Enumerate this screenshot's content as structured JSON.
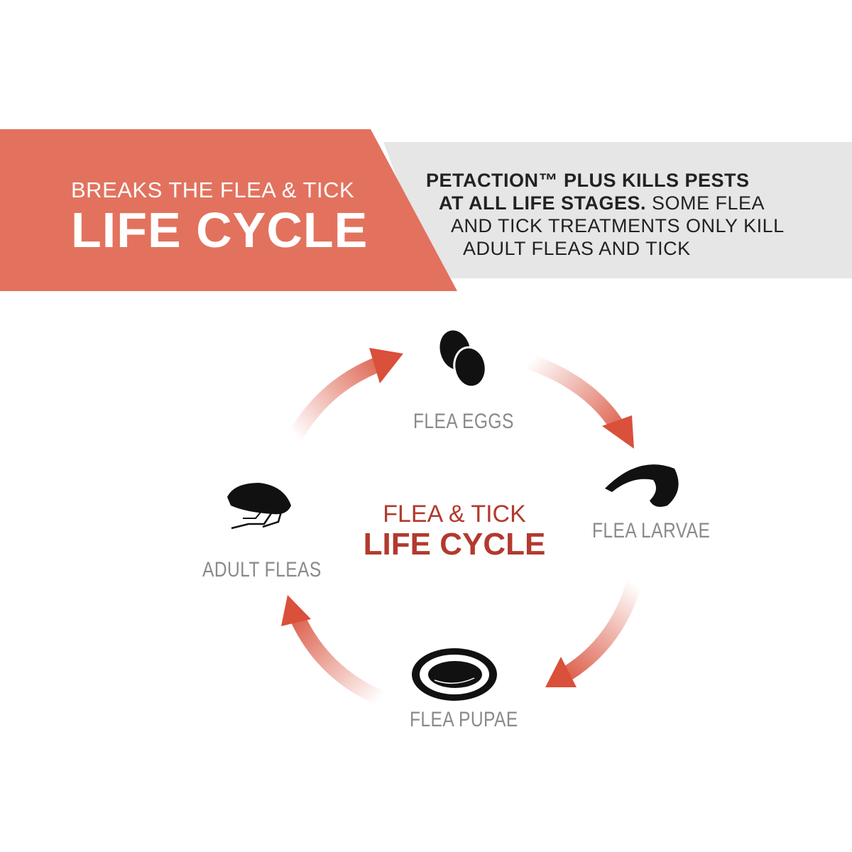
{
  "banner": {
    "headline_line1": "BREAKS THE FLEA & TICK",
    "headline_line2": "LIFE CYCLE",
    "copy_line1": "PETACTION™ PLUS KILLS PESTS",
    "copy_line2_bold": "AT ALL LIFE STAGES.",
    "copy_line2_rest": " SOME FLEA",
    "copy_line3": "AND TICK TREATMENTS ONLY KILL",
    "copy_line4": "ADULT FLEAS AND TICK"
  },
  "diagram": {
    "center_line1": "FLEA & TICK",
    "center_line2": "LIFE CYCLE",
    "stages": {
      "eggs": "FLEA EGGS",
      "larvae": "FLEA LARVAE",
      "pupae": "FLEA PUPAE",
      "adult": "ADULT FLEAS"
    },
    "icons": [
      "flea-eggs-icon",
      "flea-larvae-icon",
      "flea-pupae-icon",
      "adult-flea-icon"
    ]
  },
  "colors": {
    "banner_orange": "#e2725e",
    "banner_gray": "#e6e6e6",
    "arrow_red": "#d9503b",
    "title_red": "#b23a2e",
    "label_gray": "#8a8a8a"
  }
}
